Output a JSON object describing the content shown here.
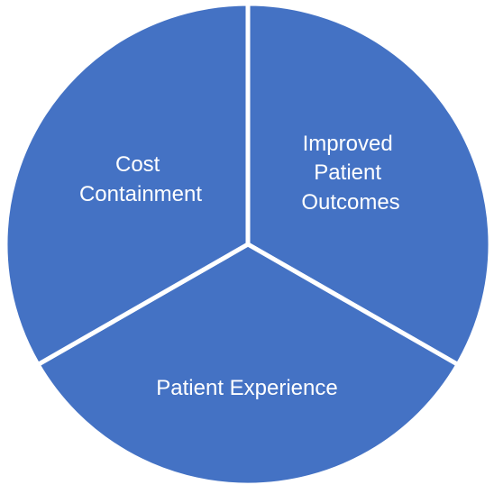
{
  "diagram": {
    "type": "three-segment-circle",
    "segment_color": "#4472C4",
    "separator_color": "#FFFFFF",
    "background_color": "#FFFFFF",
    "segments": [
      {
        "id": "improved-patient-outcomes",
        "lines": [
          "Improved",
          "Patient",
          "Outcomes"
        ]
      },
      {
        "id": "patient-experience",
        "lines": [
          "Patient Experience"
        ]
      },
      {
        "id": "cost-containment",
        "lines": [
          "Cost",
          "Containment"
        ]
      }
    ]
  }
}
